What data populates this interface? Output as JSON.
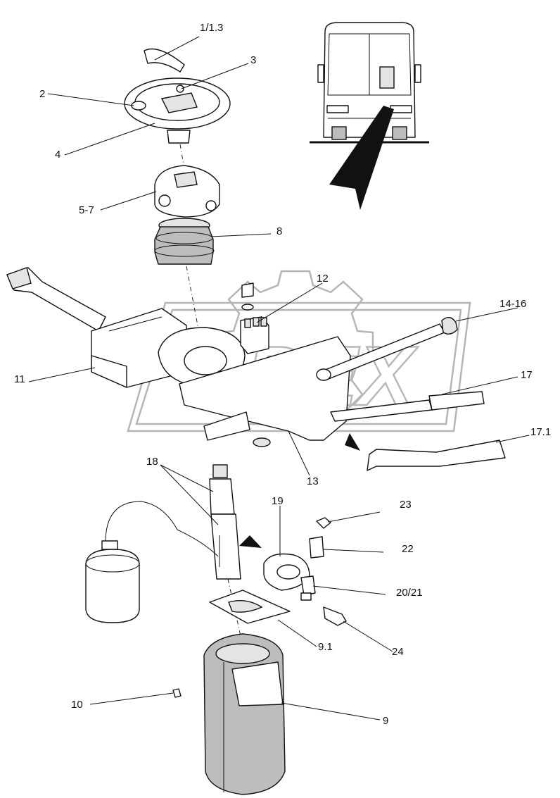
{
  "watermark": {
    "text": "OPEX"
  },
  "callouts": {
    "c_1_1_3": "1/1.3",
    "c_2": "2",
    "c_3": "3",
    "c_4": "4",
    "c_5_7": "5-7",
    "c_8": "8",
    "c_9": "9",
    "c_9_1": "9.1",
    "c_10": "10",
    "c_11": "11",
    "c_12": "12",
    "c_13": "13",
    "c_14_16": "14-16",
    "c_17": "17",
    "c_17_1": "17.1",
    "c_18": "18",
    "c_19": "19",
    "c_20_21": "20/21",
    "c_22": "22",
    "c_23": "23",
    "c_24": "24"
  }
}
